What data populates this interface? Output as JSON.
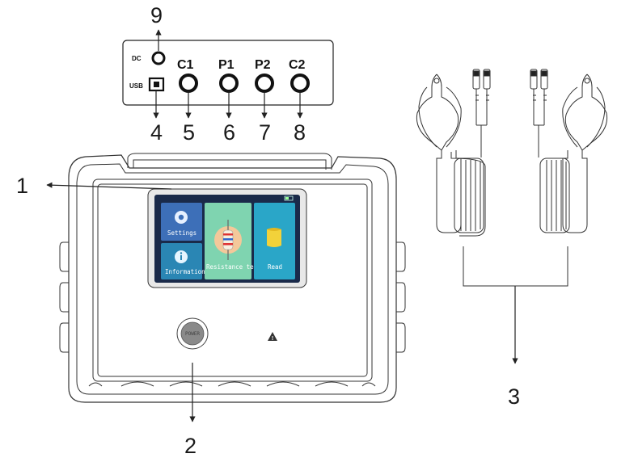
{
  "callouts": {
    "n1": "1",
    "n2": "2",
    "n3": "3",
    "n4": "4",
    "n5": "5",
    "n6": "6",
    "n7": "7",
    "n8": "8",
    "n9": "9"
  },
  "panel": {
    "dc_label": "DC",
    "usb_label": "USB",
    "c1": "C1",
    "p1": "P1",
    "p2": "P2",
    "c2": "C2"
  },
  "screen": {
    "settings": "Settings",
    "information": "Information",
    "resistance_test": "Resistance test",
    "read": "Read"
  },
  "device": {
    "power_label": "POWER",
    "warning_symbol": "!"
  },
  "colors": {
    "settings_tile": "#3d6fb8",
    "information_tile": "#2a86b4",
    "resistance_tile": "#7fd4b0",
    "read_tile": "#2aa6c8",
    "screen_bg": "#1a2a4a"
  },
  "icons": {
    "settings": "gear-icon",
    "information": "info-icon",
    "resistance_test": "resistor-icon",
    "read": "folder-icon",
    "battery": "battery-icon",
    "warning": "warning-triangle-icon"
  }
}
